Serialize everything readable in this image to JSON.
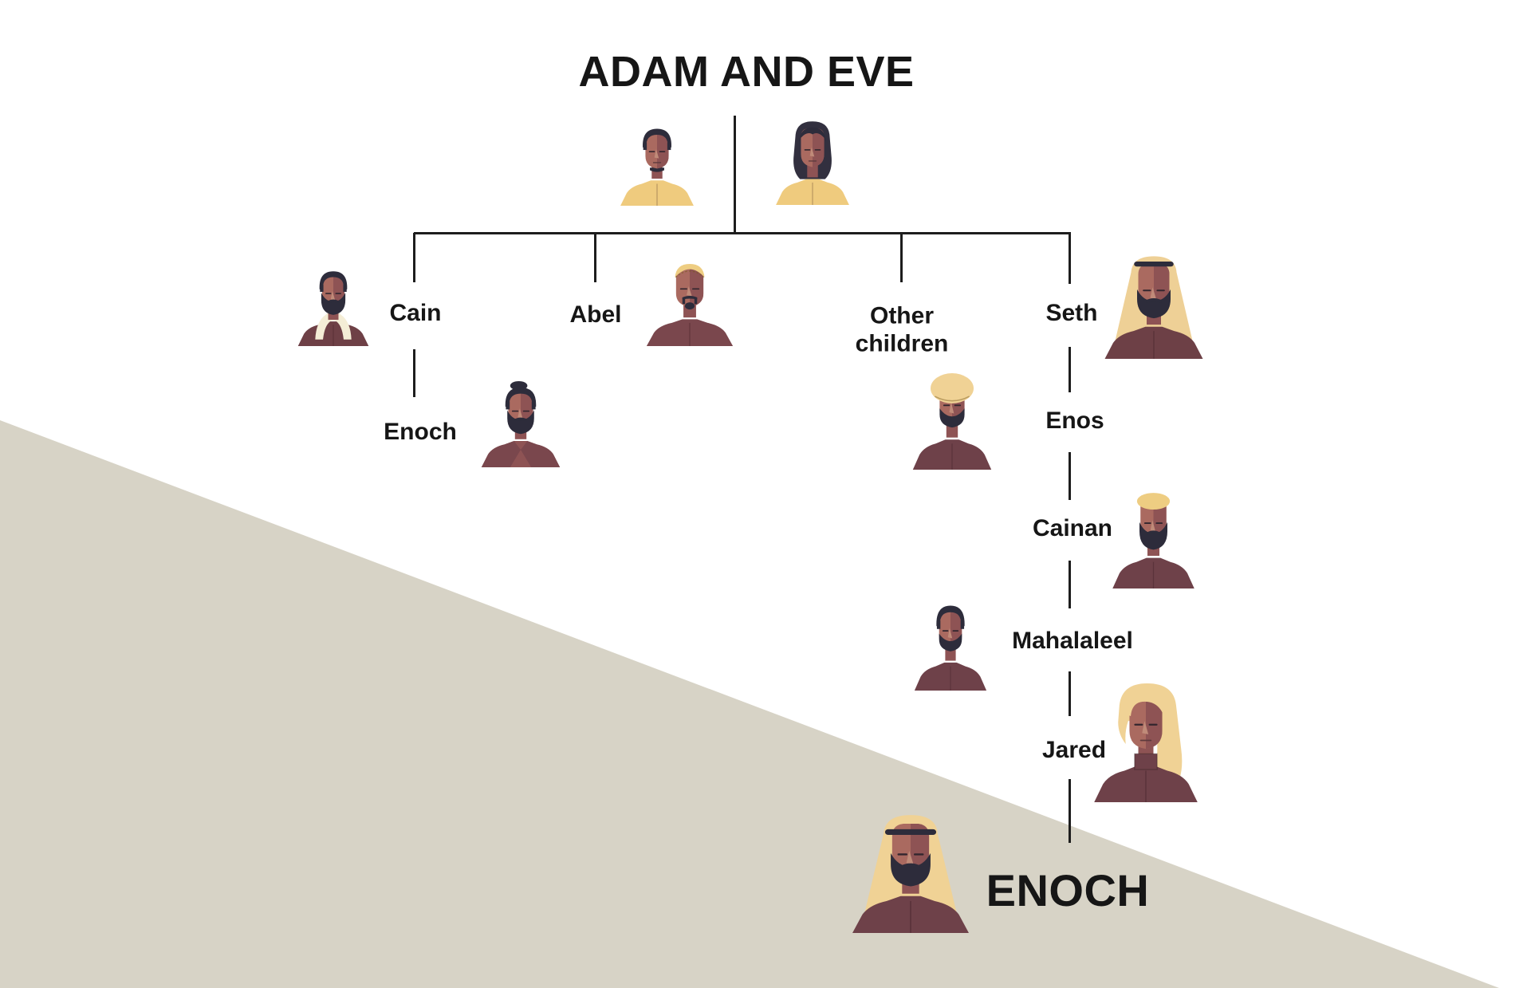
{
  "title": "ADAM AND EVE",
  "nodes": {
    "cain": {
      "label": "Cain"
    },
    "abel": {
      "label": "Abel"
    },
    "other_children": {
      "label": "Other children"
    },
    "seth": {
      "label": "Seth"
    },
    "enoch_of_cain": {
      "label": "Enoch"
    },
    "enos": {
      "label": "Enos"
    },
    "cainan": {
      "label": "Cainan"
    },
    "mahalaleel": {
      "label": "Mahalaleel"
    },
    "jared": {
      "label": "Jared"
    },
    "enoch": {
      "label": "ENOCH"
    }
  },
  "structure": {
    "root_couple": [
      "Adam",
      "Eve"
    ],
    "children_of_adam_and_eve": [
      "Cain",
      "Abel",
      "Other children",
      "Seth"
    ],
    "line_of_cain": [
      "Cain",
      "Enoch"
    ],
    "line_of_seth": [
      "Seth",
      "Enos",
      "Cainan",
      "Mahalaleel",
      "Jared",
      "Enoch"
    ]
  },
  "colors": {
    "background": "#ffffff",
    "triangle": "#d7d3c6",
    "line": "#1d1d1d",
    "text": "#161616",
    "yellow_garment": "#efcb7e",
    "maroon_garment": "#6e4149",
    "beige_kaffiyeh": "#eed096",
    "blonde": "#f0d295",
    "skin": "#aa6a60",
    "skin_shade": "#8e5354",
    "dark_hair": "#2d2c3b"
  },
  "avatars": {
    "adam": {
      "description": "man with short dark hair in yellow tunic",
      "hair": "short",
      "choker": true,
      "clothes": "#efcb7e"
    },
    "eve": {
      "description": "woman with long dark hair in yellow tunic",
      "back": "hair",
      "back_color": "#32303f",
      "hair": "bangs",
      "clothes": "#efcb7e"
    },
    "cain": {
      "description": "man with full beard, cream hood, maroon robe",
      "hair": "short",
      "beard": "full",
      "hood": "#f4edd6",
      "clothes": "#6e4046"
    },
    "abel": {
      "description": "man with yellow skullcap, goatee, maroon robe",
      "cap": "skullcap",
      "cap_color": "#eecd82",
      "beard": "goatee",
      "clothes": "#7a474d"
    },
    "other_children": {
      "description": "man with yellow turban, short beard, maroon robe",
      "cap": "turban",
      "cap_color": "#f0d295",
      "beard": "trim",
      "clothes": "#6e4149"
    },
    "enoch_of_cain": {
      "description": "man with hair bun, full beard, bare chest vest",
      "hair": "bun",
      "beard": "full",
      "vest": true,
      "clothes": "#7a474d"
    },
    "seth": {
      "description": "man with beige keffiyeh and black band, full beard, maroon shirt",
      "back": "kaffiyeh",
      "back_color": "#eed096",
      "band": "top",
      "beard": "full",
      "clothes": "#6d4046"
    },
    "cainan": {
      "description": "man with yellow cap, full beard, maroon coat",
      "cap": "beret",
      "cap_color": "#eecd82",
      "beard": "full",
      "clothes": "#6e4149"
    },
    "mahalaleel": {
      "description": "man with short dark hair, trimmed beard, maroon shirt",
      "hair": "short",
      "beard": "trim",
      "clothes": "#6e4149"
    },
    "jared": {
      "description": "young man with long blond headscarf, maroon high-collar robe",
      "back": "hair-wide",
      "back_color": "#f0d295",
      "cap": "scarf",
      "cap_color": "#f0d295",
      "turtleneck": true,
      "clothes": "#6e4149"
    },
    "enoch": {
      "description": "man with blond keffiyeh and black browband, full beard, maroon robe",
      "back": "kaffiyeh",
      "back_color": "#f0d295",
      "band": "brow",
      "beard": "full",
      "clothes": "#6e4149"
    }
  }
}
